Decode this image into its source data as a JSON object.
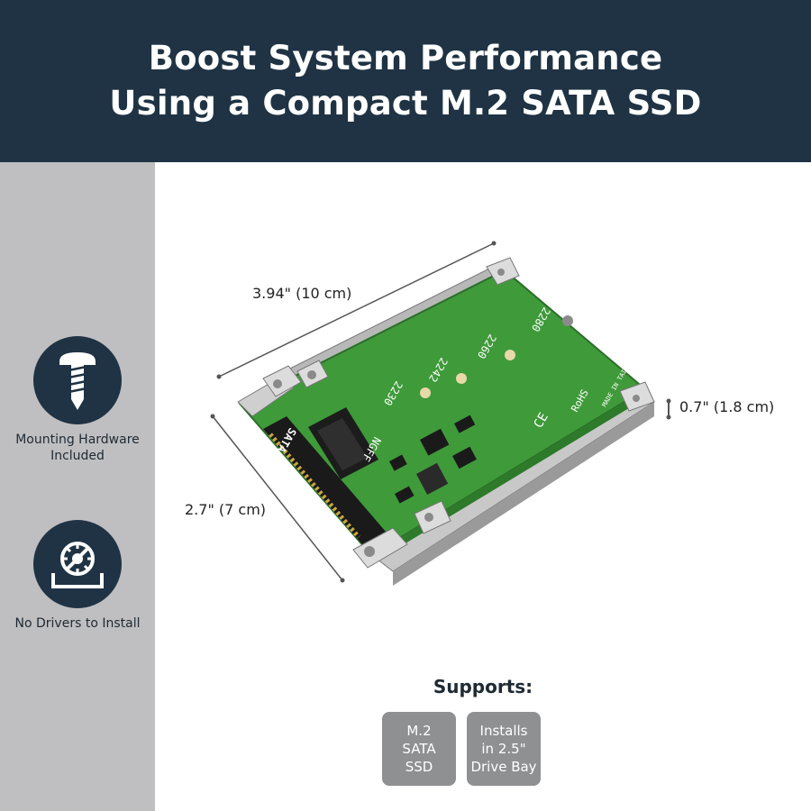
{
  "header": {
    "line1": "Boost System Performance",
    "line2": "Using a Compact M.2 SATA SSD"
  },
  "features": [
    {
      "icon": "screw-icon",
      "label_line1": "Mounting Hardware",
      "label_line2": "Included"
    },
    {
      "icon": "no-driver-icon",
      "label_line1": "No Drivers to Install"
    }
  ],
  "dimensions": {
    "length": "3.94\" (10 cm)",
    "width": "2.7\" (7 cm)",
    "height": "0.7\" (1.8 cm)"
  },
  "board_markings": {
    "l2280": "2280",
    "l2260": "2260",
    "l2242": "2242",
    "l2230": "2230",
    "ngff": "NGFF",
    "sata": "SATA",
    "rohs": "RoHS",
    "ce": "CE",
    "made": "MADE IN TAIWAN"
  },
  "supports": {
    "title": "Supports:",
    "tags": [
      [
        "M.2",
        "SATA",
        "SSD"
      ],
      [
        "Installs",
        "in 2.5\"",
        "Drive Bay"
      ]
    ]
  },
  "colors": {
    "header": "#1f3344",
    "sidebar": "#bfbfc1",
    "pcb": "#3f9a3a",
    "tag": "#8f9092"
  }
}
